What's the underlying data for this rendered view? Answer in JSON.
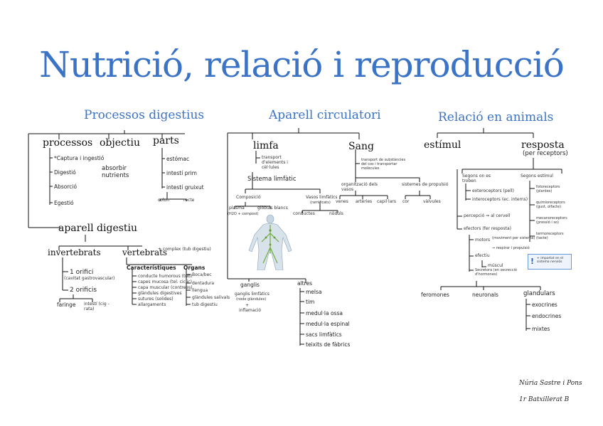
{
  "title": "Nutrició, relació i reproducció",
  "digestius": {
    "heading": "Processos digestius",
    "processos": "processos",
    "processos_items": [
      "*Captura i ingestió",
      "Digestió",
      "Absorció",
      "Egestió"
    ],
    "objectiu": "objectiu",
    "objectiu_text": "absorbir nutrients",
    "parts": "parts",
    "parts_items": [
      "estómac",
      "intestí prim",
      "intestí gruixut"
    ],
    "parts_sub": [
      "colon",
      "recte"
    ],
    "aparell": "aparell digestiu",
    "invertebrats": "invertebrats",
    "inv_items": [
      "1 orifici",
      "2 orificis"
    ],
    "inv_sub1": "(cavitat gastrovascular)",
    "inv_sub2": [
      "faringe",
      "intestí (cig - rata)"
    ],
    "vertebrats": "vertebrats",
    "vert_note": "+ complex (tub digestiu)",
    "caract_head": "Característiques",
    "caract_items": [
      "conducte humorous (tub)",
      "capes mucosa (tel. ciclic)",
      "capa muscular (contrees)",
      "glàndules digestives",
      "sutures (solides)",
      "allargaments"
    ],
    "organs_head": "Òrgans",
    "organs_items": [
      "Boca/bec",
      "dentadura",
      "llengua",
      "glàndules salivals",
      "tub digestiu"
    ]
  },
  "circulatori": {
    "heading": "Aparell circulatori",
    "limfa": "limfa",
    "limfa_note": "transport d'elements i cèl·lules",
    "sistema": "Sistema limfàtic",
    "composicio": "Composició",
    "comp_items": [
      "plasma",
      "glòbuls blancs"
    ],
    "comp_sub": "(H2O + compost)",
    "vasos": "Vasos limfàtics",
    "vasos_sub": "(ramificats)",
    "vasos_items": [
      "conductes",
      "nòduls"
    ],
    "sang": "Sang",
    "sang_note": "transport de substàncies del cos i transportar molècules",
    "org_vasos": "organització dels vasos",
    "org_items": [
      "venes",
      "artèries",
      "capil·lars"
    ],
    "sistemes": "sistemes de propulsió",
    "sis_items": [
      "cor",
      "vàlvules"
    ],
    "ganglis": "ganglis",
    "ganglis_text": [
      "ganglis limfàtics",
      "(node glàndules)",
      "+",
      "inflamació"
    ],
    "altres": "altres",
    "altres_items": [
      "melsa",
      "tim",
      "medul·la ossa",
      "medul·la espinal",
      "sacs limfàtics",
      "teixits de fàbrics"
    ]
  },
  "relacio": {
    "heading": "Relació en animals",
    "estimul": "estímul",
    "resposta": "resposta",
    "resposta_sub": "(per receptors)",
    "segons_on": "Segons on es troben",
    "segons_items": [
      "exteroceptors (pell)",
      "interoceptors (ec. interns)"
    ],
    "segons_est": "Segons estímul",
    "est_items": [
      "fotoreceptors (plantes)",
      "quimioreceptors (gust, olfacte)",
      "mecanoreceptors (pressió i so)",
      "termoreceptors (tacte)"
    ],
    "percepcio": "percepció ⇒ al cervell",
    "efectors": "efectors (fer resposta)",
    "motors": "motors",
    "motors_note": [
      "(moviment per sistema)",
      "⇒ respirar i propulsió"
    ],
    "efectiu": "efectiu",
    "muscul": "múscul",
    "secretora": "Secretora (en secrecció d'hormones)",
    "note_box": "+ importat en el sistema nerviós",
    "bottom_items": [
      "feromones",
      "neuronals",
      "glandulars"
    ],
    "glandulars_items": [
      "exocrines",
      "endocrines",
      "mixtes"
    ]
  },
  "signature": [
    "Núria Sastre i Pons",
    "1r Batxillerat B"
  ]
}
